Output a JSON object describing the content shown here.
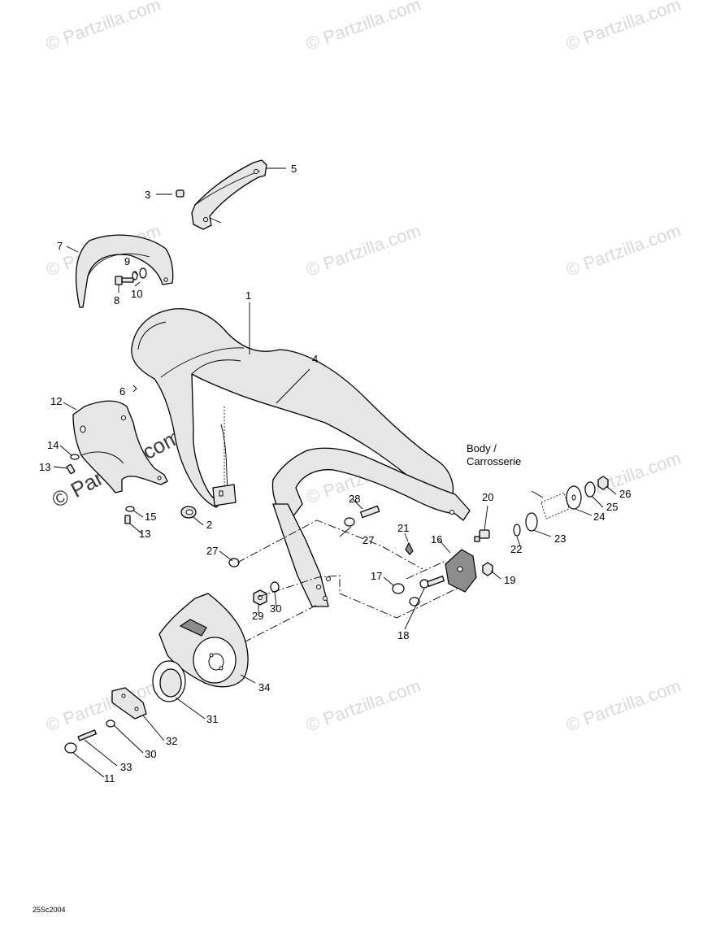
{
  "watermark": {
    "text": "© Partzilla.com",
    "color": "#d9d9d9",
    "strong_color": "#3a3a3a"
  },
  "body_label": {
    "line1": "Body /",
    "line2": "Carrosserie"
  },
  "drawing_code": "25Sc2004",
  "callouts": {
    "c1": "1",
    "c2": "2",
    "c3": "3",
    "c4": "4",
    "c5": "5",
    "c6": "6",
    "c7": "7",
    "c8": "8",
    "c9": "9",
    "c10": "10",
    "c11": "11",
    "c12": "12",
    "c13a": "13",
    "c13b": "13",
    "c14": "14",
    "c15": "15",
    "c16": "16",
    "c17": "17",
    "c18": "18",
    "c19": "19",
    "c20": "20",
    "c21": "21",
    "c22": "22",
    "c23": "23",
    "c24": "24",
    "c25": "25",
    "c26": "26",
    "c27a": "27",
    "c27b": "27",
    "c28": "28",
    "c29": "29",
    "c30a": "30",
    "c30b": "30",
    "c31": "31",
    "c32": "32",
    "c33": "33",
    "c34": "34"
  }
}
